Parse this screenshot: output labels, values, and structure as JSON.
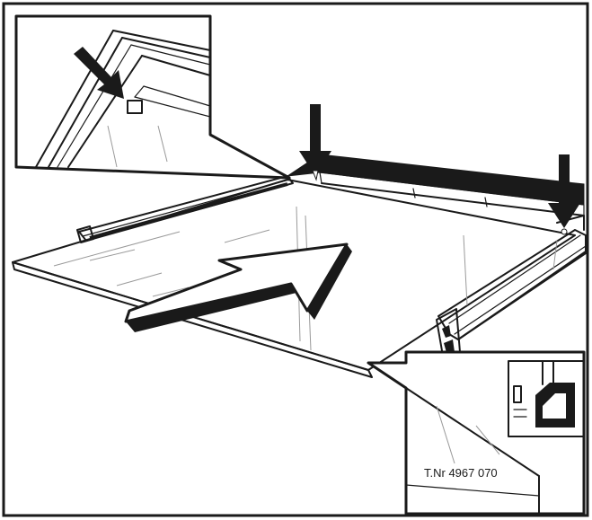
{
  "part_number_label": "T.Nr 4967 070",
  "icons": {
    "push_arrow": "push-direction-arrow",
    "pointer_arrow": "down-pointer-arrow"
  },
  "colors": {
    "ink": "#1a1a1a",
    "paper": "#ffffff",
    "glass_line": "#9a9a9a"
  }
}
